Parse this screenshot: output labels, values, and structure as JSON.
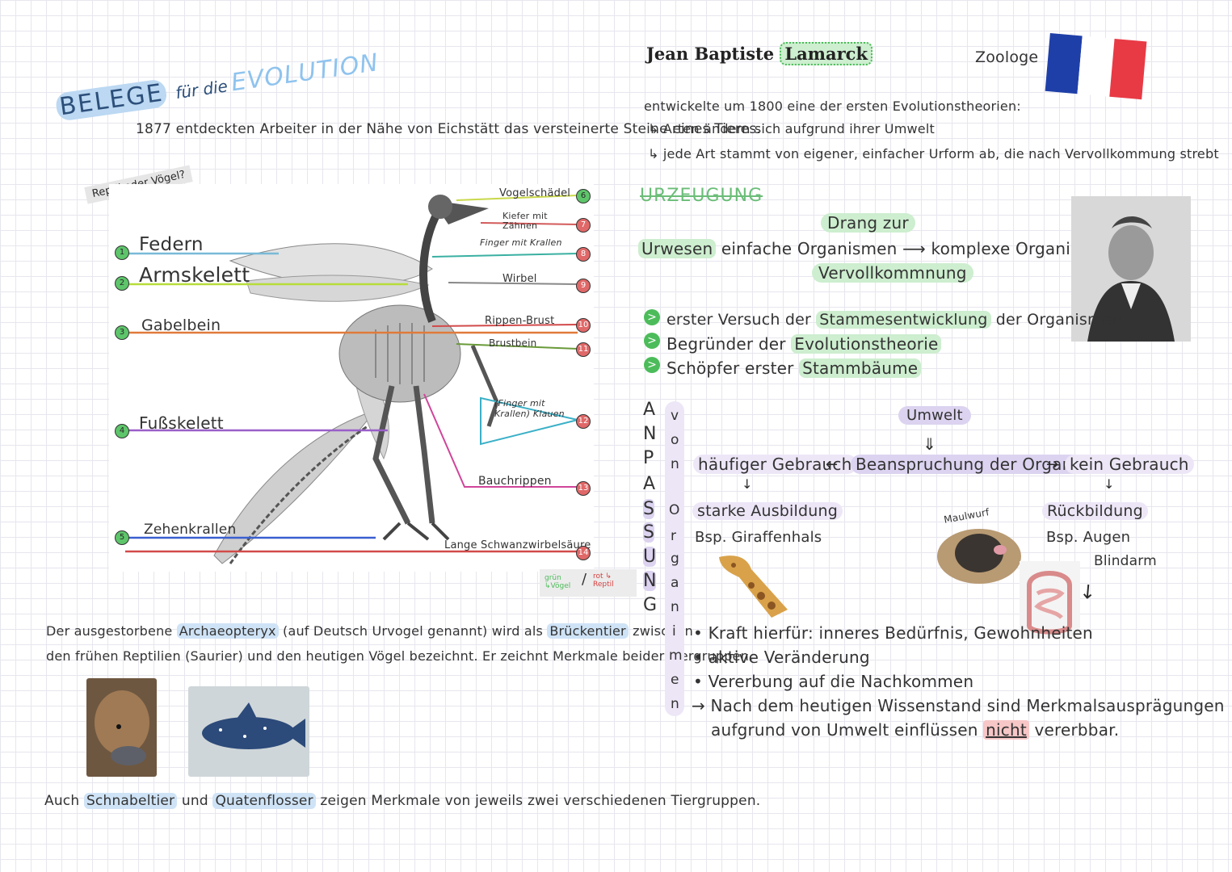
{
  "left": {
    "title_main": "BELEGE",
    "title_mid": "für die",
    "title_end": "EVOLUTION",
    "intro": "1877 entdeckten Arbeiter in der Nähe von Eichstätt das versteinerte Steine eines Tieres.",
    "tag": "Reptil oder Vögel?",
    "labels_left": [
      {
        "n": "1",
        "text": "Federn",
        "color": "#79b9d8"
      },
      {
        "n": "2",
        "text": "Armskelett",
        "color": "#b7dd3a"
      },
      {
        "n": "3",
        "text": "Gabelbein",
        "color": "#e07a3a"
      },
      {
        "n": "4",
        "text": "Fußskelett",
        "color": "#9a5fc9"
      },
      {
        "n": "5",
        "text": "Zehenkrallen",
        "color": "#3a5fcf"
      }
    ],
    "labels_right": [
      {
        "n": "6",
        "text": "Vogelschädel"
      },
      {
        "n": "7",
        "text": "Kiefer mit Zähnen"
      },
      {
        "n": "8",
        "text": "Finger mit Krallen"
      },
      {
        "n": "9",
        "text": "Wirbel"
      },
      {
        "n": "10",
        "text": "Rippen-Brust"
      },
      {
        "n": "11",
        "text": "Brustbein"
      },
      {
        "n": "12",
        "text": "(Finger mit Krallen) Klauen"
      },
      {
        "n": "13",
        "text": "Bauchrippen"
      },
      {
        "n": "14",
        "text": "Lange Schwanzwirbelsäure"
      }
    ],
    "legend_green": "grün ↳Vögel",
    "legend_red": "rot ↳ Reptil",
    "para1_a": "Der ausgestorbene",
    "para1_b": "Archaeopteryx",
    "para1_c": "(auf Deutsch Urvogel genannt) wird als",
    "para1_d": "Brückentier",
    "para1_e": "zwischen",
    "para2": "den frühen Reptilien (Saurier) und den heutigen Vögel bezeichnt. Er zeichnt Merkmale beider Tiergruppen.",
    "para3_a": "Auch",
    "para3_b": "Schnabeltier",
    "para3_c": "und",
    "para3_d": "Quatenflosser",
    "para3_e": "zeigen Merkmale von jeweils zwei verschiedenen Tiergruppen."
  },
  "right": {
    "name_a": "Jean Baptiste",
    "name_b": "Lamarck",
    "role": "Zoologe",
    "line1": "entwickelte um 1800 eine der ersten Evolutionstheorien:",
    "line2": "Arten ändern sich aufgrund ihrer Umwelt",
    "line3": "jede Art stammt von eigener, einfacher Urform ab, die nach Vervollkommung strebt",
    "urz_struck": "URZEUGUNG",
    "drang": "Drang zur",
    "urwesen": "Urwesen",
    "einfache": "einfache Organismen",
    "komplexe": "komplexe Organismen",
    "vervoll": "Vervollkommnung",
    "b1_a": "erster Versuch der",
    "b1_b": "Stammesentwicklung",
    "b1_c": "der Organismen",
    "b2_a": "Begründer der",
    "b2_b": "Evolutionstheorie",
    "b3_a": "Schöpfer erster",
    "b3_b": "Stammbäume",
    "anpassung": [
      "A",
      "N",
      "P",
      "A",
      "S",
      "S",
      "U",
      "N",
      "G"
    ],
    "von": [
      "v",
      "o",
      "n"
    ],
    "organismen": [
      "O",
      "r",
      "g",
      "a",
      "n",
      "i",
      "m",
      "e",
      "n"
    ],
    "umwelt": "Umwelt",
    "haeufig": "häufiger Gebrauch",
    "beanspruchung": "Beanspruchung der Organe",
    "kein": "kein Gebrauch",
    "starke": "starke Ausbildung",
    "bsp_giraffe": "Bsp. Giraffenhals",
    "maulwurf": "Maulwurf",
    "rueckbildung": "Rückbildung",
    "bsp_augen": "Bsp. Augen",
    "blindarm": "Blindarm",
    "k1": "Kraft hierfür: inneres Bedürfnis, Gewohnheiten",
    "k2": "aktive Veränderung",
    "k3": "Vererbung auf die Nachkommen",
    "k4": "Nach dem heutigen Wissenstand sind Merkmalsausprägungen",
    "k5_a": "aufgrund von Umwelt einflüssen",
    "k5_b": "nicht",
    "k5_c": "vererbbar."
  },
  "colors": {
    "green": "#4cbc5a",
    "red": "#e06868",
    "flag_blue": "#1f3fa8",
    "flag_red": "#e83a45"
  }
}
